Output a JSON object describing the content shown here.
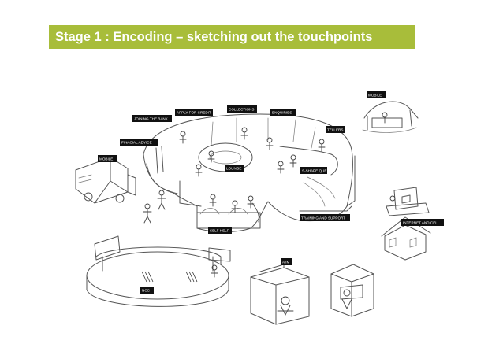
{
  "title": "Stage 1 : Encoding – sketching out the touchpoints",
  "colors": {
    "accent": "#a8bd3a",
    "label_bg": "#111111",
    "label_text": "#ffffff",
    "sketch": "#555555"
  },
  "labels": {
    "collections": "COLLECTIONS",
    "apply_for_credit": "APPLY FOR CREDIT",
    "enquiries": "ENQUIRIES",
    "joining_the_bank": "JOINING THE BANK",
    "tellers": "TELLERS",
    "financial_advice": "FINACIAL ADVICE",
    "mobile_van": "MOBILE",
    "mobile_tent": "MOBILE",
    "lounge": "LOUNGE",
    "s_shape_que": "S-SHAPE QUE",
    "training_and_support": "TRAINING AND SUPPORT",
    "self_help": "SELF HELP",
    "internet_and_cell": "INTERNET AND CELL",
    "atm": "ATM",
    "ncc": "NCC"
  }
}
